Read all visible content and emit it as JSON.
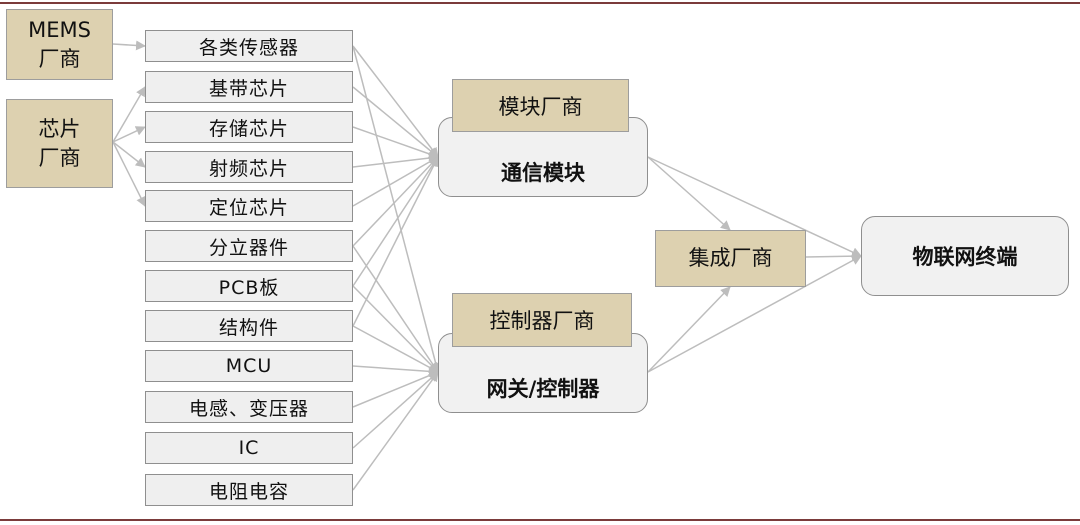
{
  "diagram": {
    "makers": {
      "mems": "MEMS\n厂商",
      "chip": "芯片\n厂商"
    },
    "components": {
      "sensors": "各类传感器",
      "baseband": "基带芯片",
      "storage": "存储芯片",
      "rf": "射频芯片",
      "positioning": "定位芯片",
      "discrete": "分立器件",
      "pcb": "PCB板",
      "structural": "结构件",
      "mcu": "MCU",
      "inductor": "电感、变压器",
      "ic": "IC",
      "passive": "电阻电容"
    },
    "module_maker": "模块厂商",
    "comm_module": "通信模块",
    "controller_maker": "控制器厂商",
    "gateway": "网关/控制器",
    "integrator": "集成厂商",
    "terminal": "物联网终端"
  },
  "colors": {
    "accent_box": "#ddd1b0",
    "node_fill": "#efefef",
    "edge": "#bdbdbd",
    "border_rule": "#7b3b3b"
  }
}
